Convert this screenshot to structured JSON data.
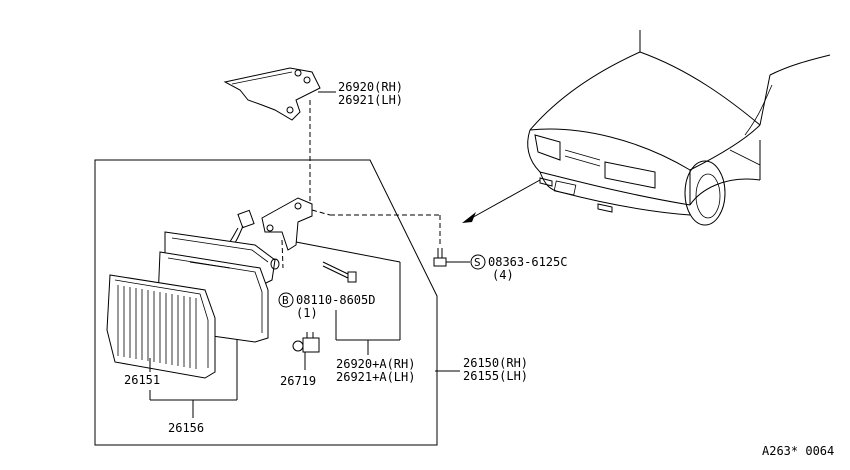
{
  "labels": {
    "bracket_rh": "26920(RH)",
    "bracket_lh": "26921(LH)",
    "screw_code": "08363-6125C",
    "screw_qty": "(4)",
    "bolt_code": "08110-8605D",
    "bolt_qty": "(1)",
    "lamp_bracket_rh": "26920+A(RH)",
    "lamp_bracket_lh": "26921+A(LH)",
    "lamp_rh": "26150(RH)",
    "lamp_lh": "26155(LH)",
    "lens": "26151",
    "bulb": "26719",
    "lens_assy": "26156",
    "diagram_id": "A263* 0064"
  },
  "symbols": {
    "screw": "S",
    "bolt": "B"
  }
}
